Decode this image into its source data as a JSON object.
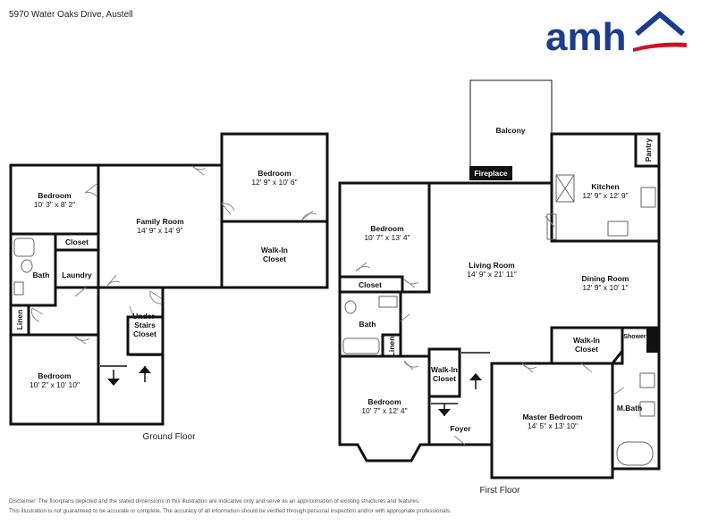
{
  "header": {
    "address": "5970 Water Oaks Drive, Austell"
  },
  "logo": {
    "text": "amh",
    "brand_color": "#1c3c8c",
    "accent_color": "#d0112b"
  },
  "floors": {
    "ground_label": "Ground Floor",
    "first_label": "First Floor"
  },
  "rooms": {
    "g_bedroom_tl": {
      "name": "Bedroom",
      "dim": "10' 3\" x 8' 2\""
    },
    "g_closet": {
      "name": "Closet"
    },
    "g_bath": {
      "name": "Bath"
    },
    "g_laundry": {
      "name": "Laundry"
    },
    "g_family": {
      "name": "Family Room",
      "dim": "14' 9\" x 14' 9\""
    },
    "g_bedroom_tr": {
      "name": "Bedroom",
      "dim": "12' 9\" x 10' 6\""
    },
    "g_walkin": {
      "name1": "Walk-In",
      "name2": "Closet"
    },
    "g_linen": {
      "name": "Linen"
    },
    "g_understairs": {
      "l1": "Under-",
      "l2": "Stairs",
      "l3": "Closet"
    },
    "g_bedroom_bl": {
      "name": "Bedroom",
      "dim": "10' 2\" x 10' 10\""
    },
    "f_balcony": {
      "name": "Balcony"
    },
    "f_fireplace": {
      "name": "Fireplace"
    },
    "f_pantry": {
      "name": "Pantry"
    },
    "f_kitchen": {
      "name": "Kitchen",
      "dim": "12' 9\" x 12' 9\""
    },
    "f_bedroom_l": {
      "name": "Bedroom",
      "dim": "10' 7\" x 13' 4\""
    },
    "f_living": {
      "name": "Living Room",
      "dim": "14' 9\" x 21' 11\""
    },
    "f_dining": {
      "name": "Dining Room",
      "dim": "12' 9\" x 10' 1\""
    },
    "f_closet": {
      "name": "Closet"
    },
    "f_bath": {
      "name": "Bath"
    },
    "f_linen": {
      "name": "Linen"
    },
    "f_walkin_r": {
      "name1": "Walk-In",
      "name2": "Closet"
    },
    "f_shower": {
      "name": "Shower"
    },
    "f_walkin_c": {
      "name1": "Walk-In",
      "name2": "Closet"
    },
    "f_bedroom_b": {
      "name": "Bedroom",
      "dim": "10' 7\" x 12' 4\""
    },
    "f_foyer": {
      "name": "Foyer"
    },
    "f_master": {
      "name": "Master Bedroom",
      "dim": "14' 5\" x 13' 10\""
    },
    "f_mbath": {
      "name": "M.Bath"
    }
  },
  "disclaimer": {
    "line1": "Disclaimer: The floorplans depicted and the stated dimensions in this illustration are indicative only and serve as an approximation of existing structures and features.",
    "line2": "This illustration is not guaranteed to be accurate or complete. The accuracy of all information should be verified through personal inspection and/or with appropriate professionals."
  }
}
